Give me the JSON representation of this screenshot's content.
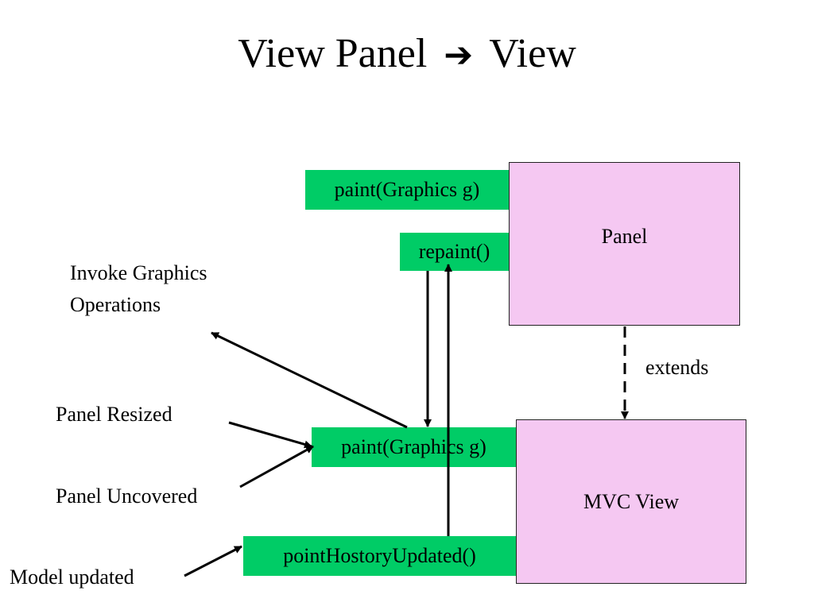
{
  "title": {
    "left": "View Panel",
    "right": "View",
    "arrow_glyph": "➔"
  },
  "nodes": {
    "panel": "Panel",
    "mvc_view": "MVC View",
    "paint_top": "paint(Graphics g)",
    "repaint": "repaint()",
    "paint_mid": "paint(Graphics g)",
    "point_history": "pointHostoryUpdated()"
  },
  "labels": {
    "invoke_line1": "Invoke Graphics",
    "invoke_line2": "Operations",
    "extends": "extends",
    "panel_resized": "Panel Resized",
    "panel_uncovered": "Panel Uncovered",
    "model_updated": "Model updated"
  },
  "colors": {
    "box_fill": "#f5c8f2",
    "method_fill": "#00cc66",
    "arrow": "#000000"
  }
}
